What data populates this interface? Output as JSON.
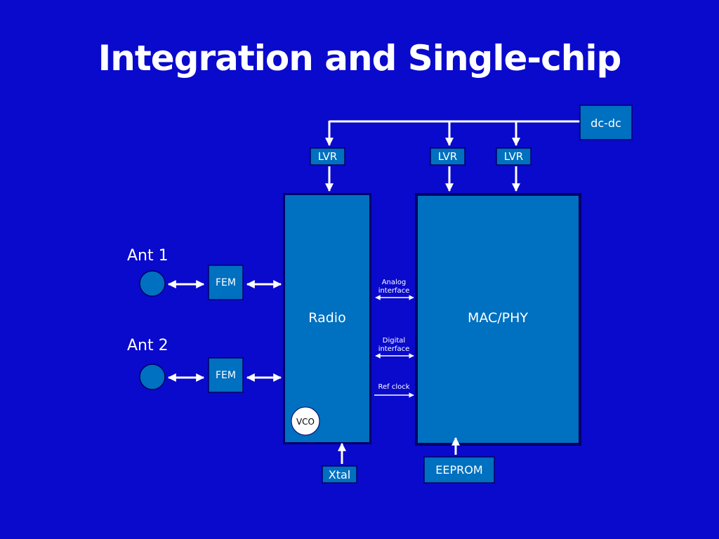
{
  "slide": {
    "title": "Integration and Single-chip"
  },
  "colors": {
    "background": "#0a0acc",
    "block_fill": "#0070c0",
    "block_border": "#000066",
    "line": "#ffffff"
  },
  "diagram": {
    "power": {
      "dcdc": "dc-dc",
      "lvr_radio": "LVR",
      "lvr_mac_1": "LVR",
      "lvr_mac_2": "LVR"
    },
    "antennas": {
      "ant1": "Ant 1",
      "ant2": "Ant 2"
    },
    "fem": {
      "fem1": "FEM",
      "fem2": "FEM"
    },
    "radio": {
      "label": "Radio",
      "vco": "VCO"
    },
    "macphy": {
      "label": "MAC/PHY"
    },
    "interfaces": {
      "analog_line1": "Analog",
      "analog_line2": "interface",
      "digital_line1": "Digital",
      "digital_line2": "interface",
      "refclock": "Ref clock"
    },
    "bottom": {
      "xtal": "Xtal",
      "eeprom": "EEPROM"
    }
  }
}
